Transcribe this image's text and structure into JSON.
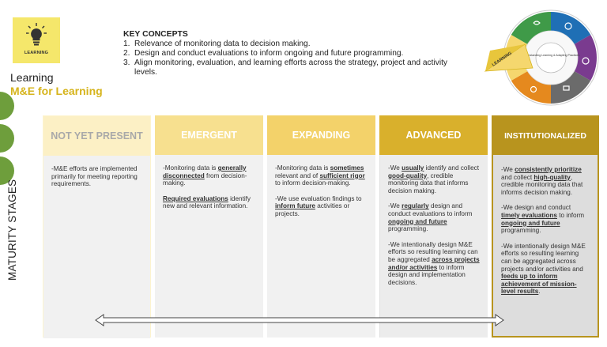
{
  "logo": {
    "label": "LEARNING"
  },
  "side": {
    "title": "Learning",
    "subtitle": "M&E for Learning"
  },
  "key_concepts": {
    "heading": "KEY CONCEPTS",
    "items": [
      {
        "num": "1.",
        "text": "Relevance of monitoring data to decision making."
      },
      {
        "num": "2.",
        "text": "Design and conduct evaluations to inform ongoing and future programming."
      },
      {
        "num": "3.",
        "text": "Align monitoring, evaluation, and learning efforts across the strategy, project and activity levels."
      }
    ]
  },
  "vertical_label": "MATURITY STAGES",
  "wheel": {
    "center_text": "Understanding Learning & Adapting Practices",
    "outer_label": "LEARNING"
  },
  "colors": {
    "not_yet": "#fcf0c5",
    "emergent": "#f7e08f",
    "expanding": "#f3d26a",
    "advanced": "#d9b02c",
    "institutionalized": "#b8941e",
    "accent_text": "#d6b41c",
    "green": "#6e9e3c"
  },
  "stages": {
    "not_yet": {
      "title": "NOT YET PRESENT",
      "p1": "-M&E efforts are implemented primarily for meeting reporting requirements."
    },
    "emergent": {
      "title": "EMERGENT",
      "p1_a": "-Monitoring data is ",
      "p1_b": "generally disconnected",
      "p1_c": " from decision-making.",
      "p2_a": "Required evaluations",
      "p2_b": " identify new and relevant information."
    },
    "expanding": {
      "title": "EXPANDING",
      "p1_a": "-Monitoring data is ",
      "p1_b": "sometimes",
      "p1_c": " relevant and of ",
      "p1_d": "sufficient rigor",
      "p1_e": " to inform decision-making.",
      "p2_a": "-We use evaluation findings to ",
      "p2_b": "inform future",
      "p2_c": " activities or projects."
    },
    "advanced": {
      "title": "ADVANCED",
      "p1_a": "-We ",
      "p1_b": "usually",
      "p1_c": " identify and collect ",
      "p1_d": "good-quality",
      "p1_e": ", credible monitoring data that informs decision making.",
      "p2_a": "-We ",
      "p2_b": "regularly",
      "p2_c": " design and conduct evaluations to inform ",
      "p2_d": "ongoing and future",
      "p2_e": " programming.",
      "p3_a": "-We intentionally design M&E efforts so resulting learning can be aggregated ",
      "p3_b": "across projects and/or activities",
      "p3_c": " to inform design and implementation decisions."
    },
    "institutionalized": {
      "title": "INSTITUTIONALIZED",
      "p1_a": "-We ",
      "p1_b": "consistently prioritize",
      "p1_c": " and collect ",
      "p1_d": "high-quality",
      "p1_e": ", credible monitoring data that informs decision making.",
      "p2_a": "-We design and conduct ",
      "p2_b": "timely evaluations",
      "p2_c": " to inform ",
      "p2_d": "ongoing and future",
      "p2_e": " programming.",
      "p3_a": "-We intentionally design M&E efforts so resulting learning can be aggregated across projects and/or activities and ",
      "p3_b": "feeds up to inform achievement of mission-level results",
      "p3_c": "."
    }
  }
}
